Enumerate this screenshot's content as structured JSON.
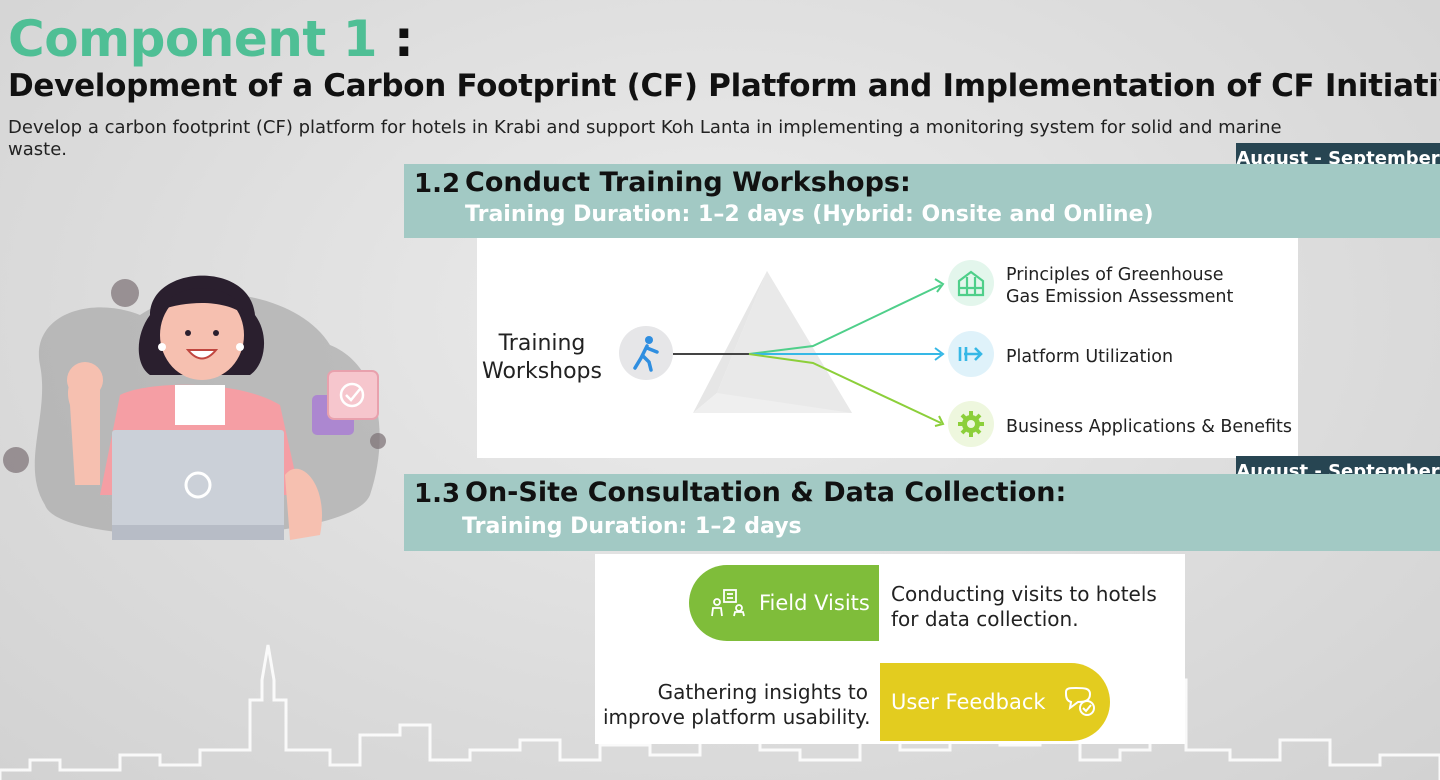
{
  "header": {
    "component_label": "Component 1",
    "colon": ":",
    "title": "Development of a Carbon Footprint (CF) Platform and Implementation of CF Initiatives",
    "description": "Develop a carbon footprint (CF) platform for hotels in Krabi and support Koh Lanta in implementing a monitoring system for solid and marine waste."
  },
  "section_1_2": {
    "date": "August - September",
    "number": "1.2",
    "title": "Conduct Training Workshops:",
    "subtitle": "Training Duration: 1–2 days (Hybrid: Onsite and Online)",
    "center_label_line1": "Training",
    "center_label_line2": "Workshops",
    "topics": [
      {
        "line1": "Principles of Greenhouse",
        "line2": "Gas Emission Assessment",
        "icon": "greenhouse-icon",
        "color": "#4fcf8a"
      },
      {
        "line1": "Platform Utilization",
        "line2": "",
        "icon": "arrow-to-bar-icon",
        "color": "#36b8e6"
      },
      {
        "line1": "Business Applications & Benefits",
        "line2": "",
        "icon": "gear-icon",
        "color": "#8ccf3a"
      }
    ]
  },
  "section_1_3": {
    "date": "August - September",
    "number": "1.3",
    "title": "On-Site Consultation & Data Collection:",
    "subtitle": "Training Duration: 1–2 days",
    "field_visits": {
      "label": "Field Visits",
      "text_line1": "Conducting visits to hotels",
      "text_line2": "for data collection.",
      "color": "#7fbd3a"
    },
    "user_feedback": {
      "label": "User Feedback",
      "text_line1": "Gathering insights to",
      "text_line2": "improve platform usability.",
      "color": "#e3cc1f"
    }
  },
  "colors": {
    "accent_green": "#4fbf95",
    "band": "#a2c9c4",
    "badge": "#274552"
  }
}
